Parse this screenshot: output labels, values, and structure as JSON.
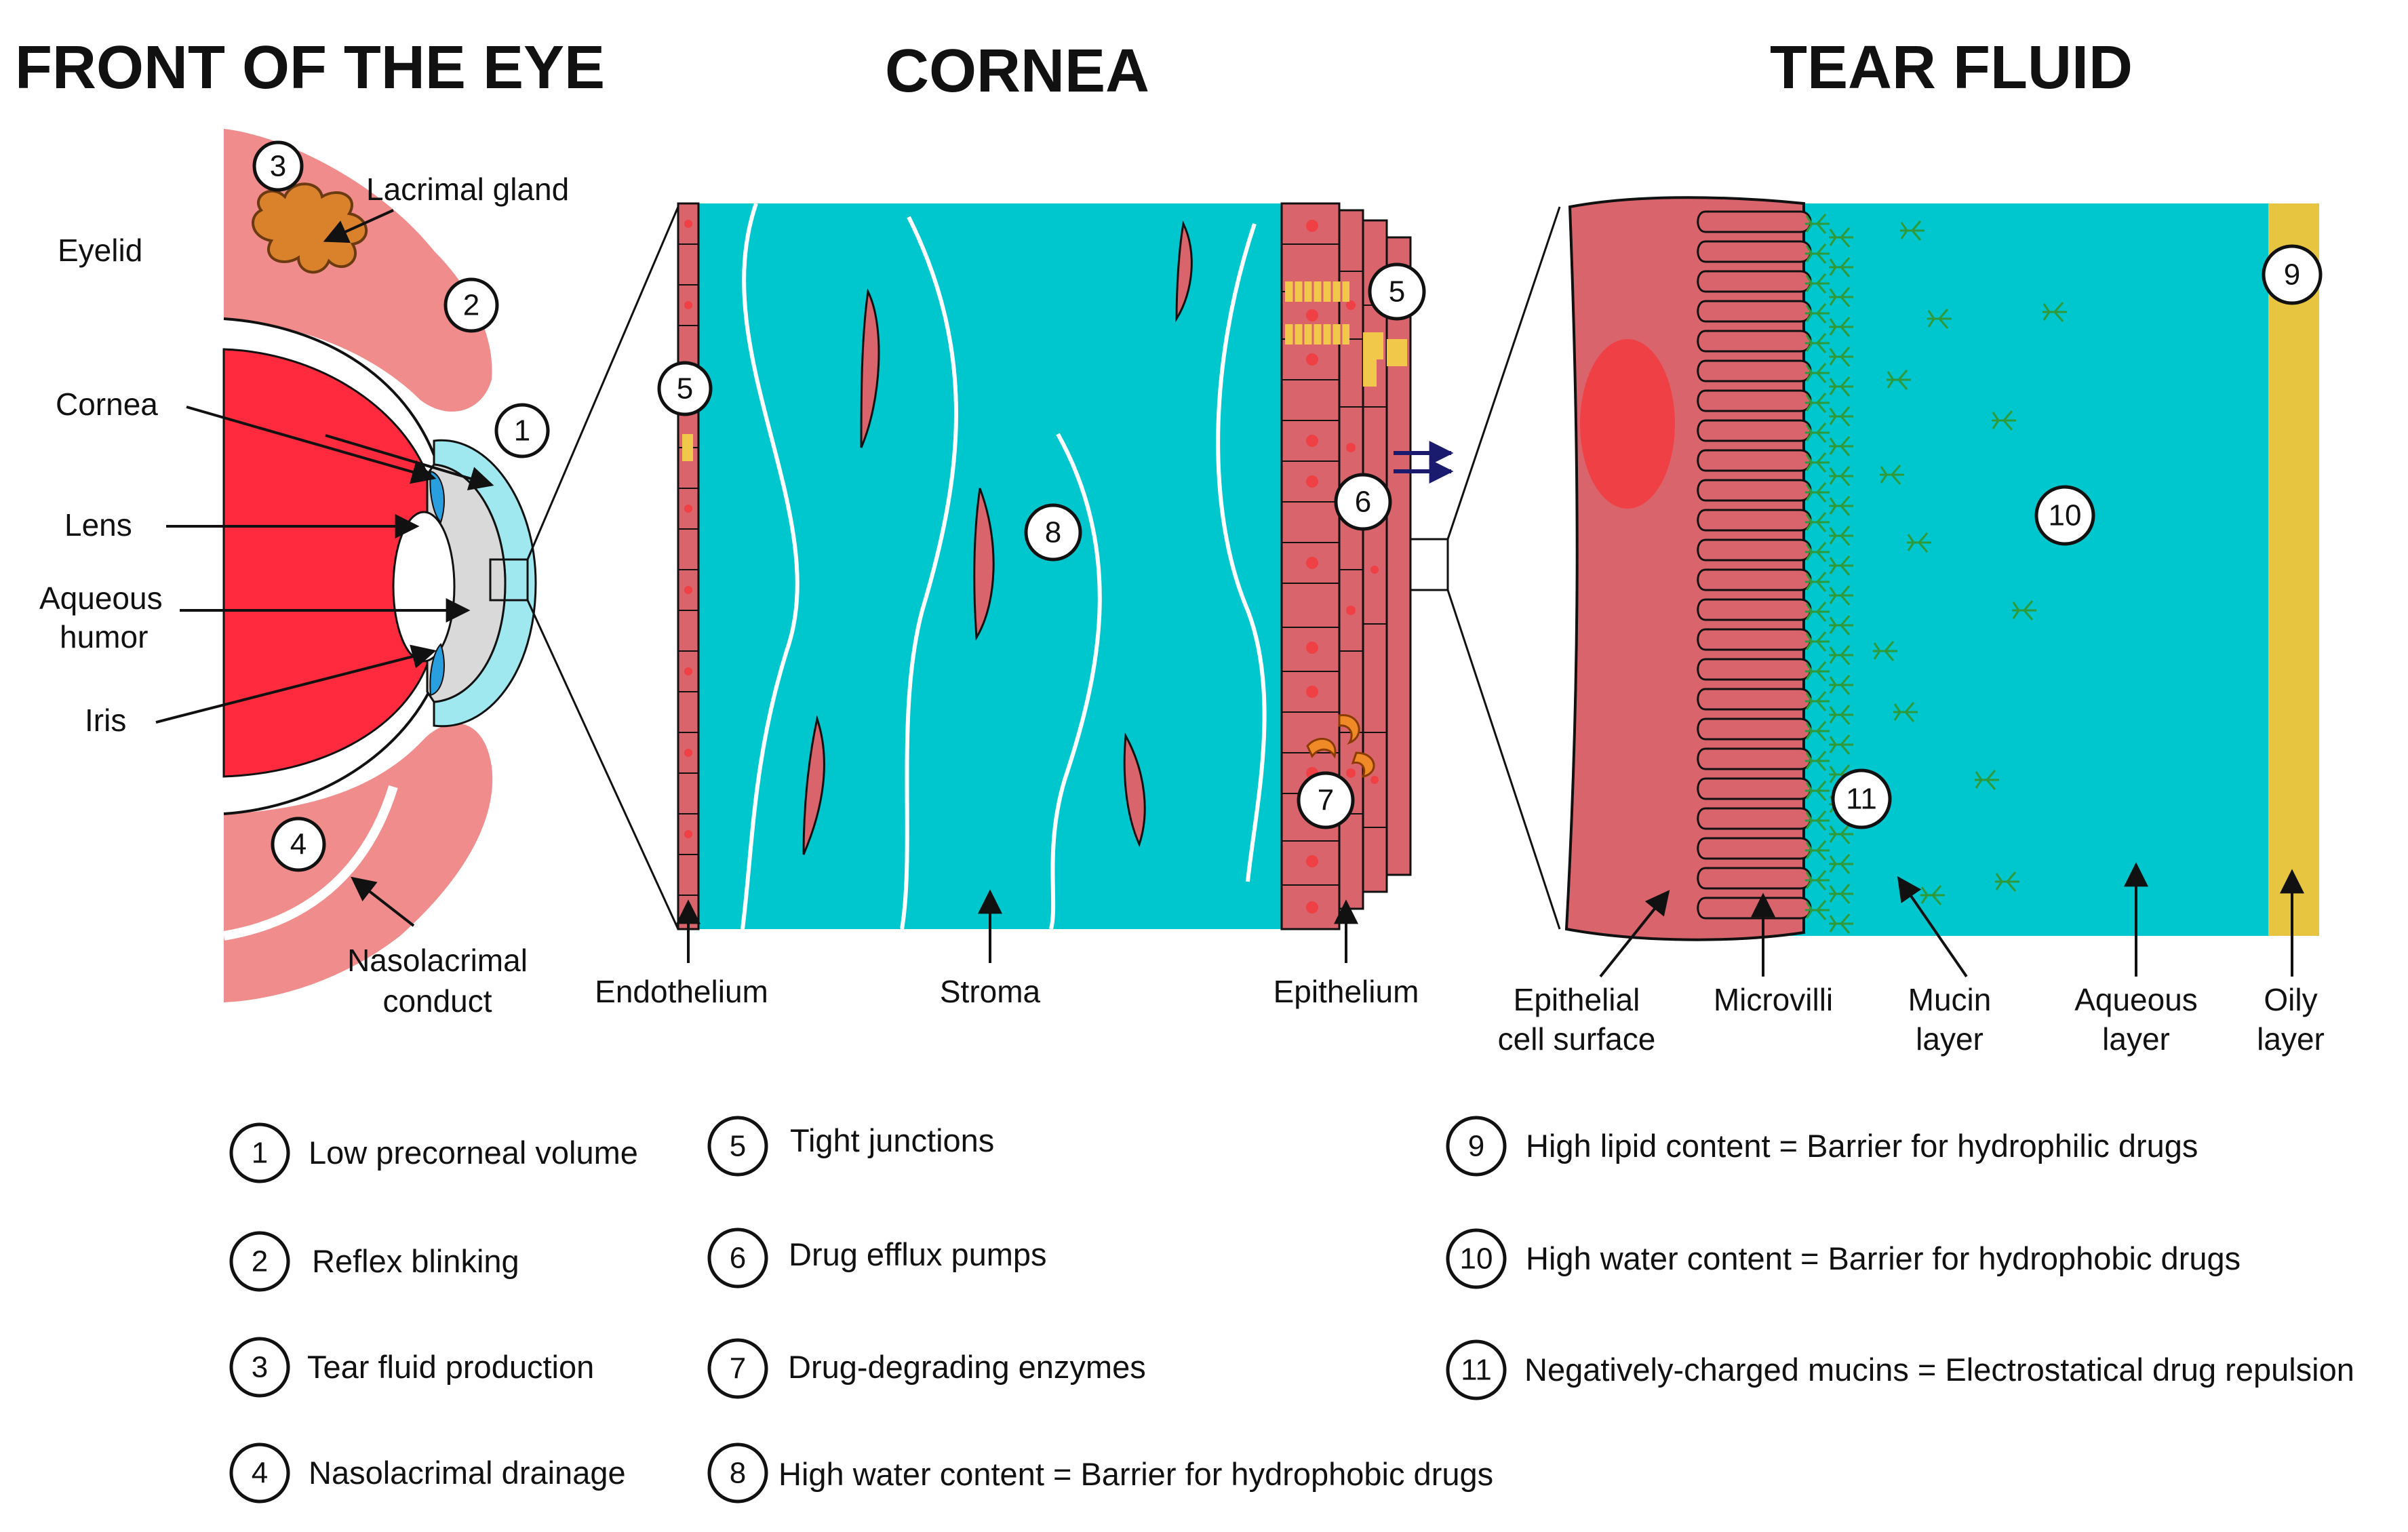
{
  "titles": {
    "front": "FRONT OF THE EYE",
    "cornea": "CORNEA",
    "tear": "TEAR FLUID"
  },
  "labels": {
    "eyelid": "Eyelid",
    "lacrimal_gland": "Lacrimal gland",
    "cornea": "Cornea",
    "lens": "Lens",
    "aqueous_l1": "Aqueous",
    "aqueous_l2": "humor",
    "iris": "Iris",
    "nasolacrimal_l1": "Nasolacrimal",
    "nasolacrimal_l2": "conduct",
    "endothelium": "Endothelium",
    "stroma": "Stroma",
    "epithelium": "Epithelium",
    "epithelial_l1": "Epithelial",
    "epithelial_l2": "cell surface",
    "microvilli": "Microvilli",
    "mucin_l1": "Mucin",
    "mucin_l2": "layer",
    "aqueous_layer_l1": "Aqueous",
    "aqueous_layer_l2": "layer",
    "oily_l1": "Oily",
    "oily_l2": "layer"
  },
  "markers": [
    "1",
    "2",
    "3",
    "4",
    "5",
    "6",
    "7",
    "8",
    "9",
    "10",
    "11"
  ],
  "legend": [
    {
      "num": "1",
      "text": "Low precorneal volume"
    },
    {
      "num": "2",
      "text": "Reflex blinking"
    },
    {
      "num": "3",
      "text": "Tear fluid production"
    },
    {
      "num": "4",
      "text": "Nasolacrimal drainage"
    },
    {
      "num": "5",
      "text": "Tight junctions"
    },
    {
      "num": "6",
      "text": "Drug efflux pumps"
    },
    {
      "num": "7",
      "text": "Drug-degrading enzymes"
    },
    {
      "num": "8",
      "text": "High water content = Barrier for hydrophobic drugs"
    },
    {
      "num": "9",
      "text": "High lipid content = Barrier for hydrophilic drugs"
    },
    {
      "num": "10",
      "text": "High water content = Barrier for hydrophobic drugs"
    },
    {
      "num": "11",
      "text": "Negatively-charged mucins = Electrostatical drug repulsion"
    }
  ],
  "colors": {
    "eyelid": "#f08c8c",
    "retina": "#ff2a3d",
    "cornea_ring": "#9fe8ef",
    "lens": "#d9d9d9",
    "iris": "#2a9fe0",
    "lacrimal": "#d9822b",
    "stroma": "#00c6ce",
    "cell": "#d9646c",
    "nucleus": "#ef4045",
    "junction": "#f2c84b",
    "oily": "#e8c540",
    "mucin": "#2e9a3a",
    "pump": "#1a1a6e"
  }
}
